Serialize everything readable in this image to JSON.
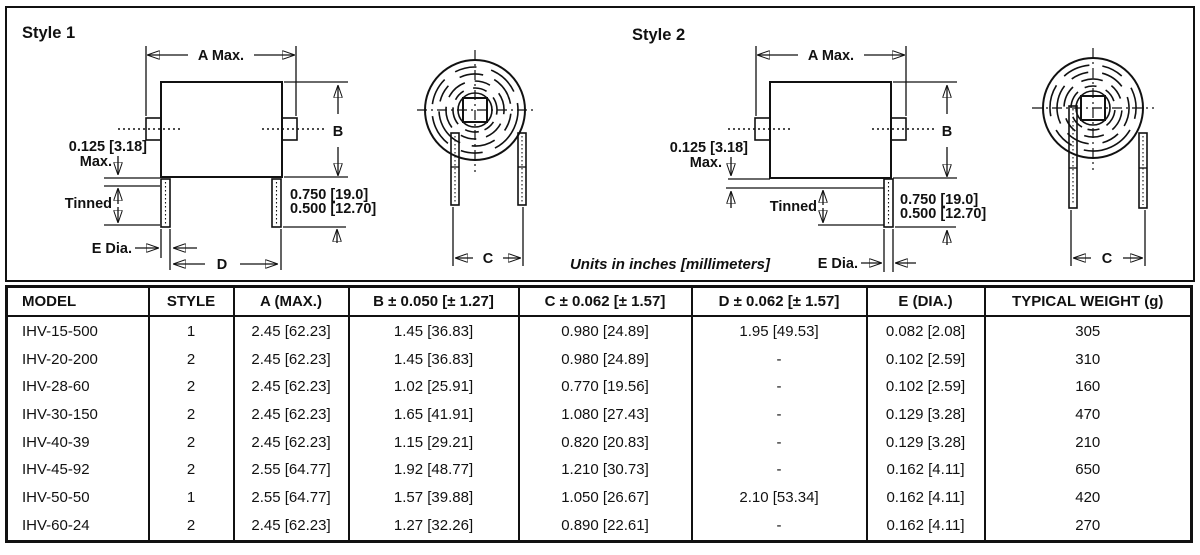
{
  "diagram": {
    "style1": {
      "title": "Style 1"
    },
    "style2": {
      "title": "Style 2"
    },
    "labels": {
      "a_max": "A Max.",
      "b": "B",
      "c": "C",
      "d": "D",
      "e_dia": "E Dia.",
      "tinned": "Tinned",
      "standoff": "0.125 [3.18]",
      "standoff_max": "Max.",
      "lead_len_long": "0.750 [19.0]",
      "lead_len_short": "0.500 [12.70]"
    },
    "units_note": "Units in inches [millimeters]"
  },
  "table": {
    "headers": [
      "MODEL",
      "STYLE",
      "A (MAX.)",
      "B ± 0.050 [± 1.27]",
      "C ± 0.062 [± 1.57]",
      "D ± 0.062 [± 1.57]",
      "E (DIA.)",
      "TYPICAL WEIGHT (g)"
    ],
    "rows": [
      {
        "model": "IHV-15-500",
        "style": "1",
        "a": "2.45 [62.23]",
        "b": "1.45 [36.83]",
        "c": "0.980 [24.89]",
        "d": "1.95 [49.53]",
        "e": "0.082 [2.08]",
        "weight": "305"
      },
      {
        "model": "IHV-20-200",
        "style": "2",
        "a": "2.45 [62.23]",
        "b": "1.45 [36.83]",
        "c": "0.980 [24.89]",
        "d": "-",
        "e": "0.102 [2.59]",
        "weight": "310"
      },
      {
        "model": "IHV-28-60",
        "style": "2",
        "a": "2.45 [62.23]",
        "b": "1.02 [25.91]",
        "c": "0.770 [19.56]",
        "d": "-",
        "e": "0.102 [2.59]",
        "weight": "160"
      },
      {
        "model": "IHV-30-150",
        "style": "2",
        "a": "2.45 [62.23]",
        "b": "1.65 [41.91]",
        "c": "1.080 [27.43]",
        "d": "-",
        "e": "0.129 [3.28]",
        "weight": "470"
      },
      {
        "model": "IHV-40-39",
        "style": "2",
        "a": "2.45 [62.23]",
        "b": "1.15 [29.21]",
        "c": "0.820 [20.83]",
        "d": "-",
        "e": "0.129 [3.28]",
        "weight": "210"
      },
      {
        "model": "IHV-45-92",
        "style": "2",
        "a": "2.55 [64.77]",
        "b": "1.92 [48.77]",
        "c": "1.210 [30.73]",
        "d": "-",
        "e": "0.162 [4.11]",
        "weight": "650"
      },
      {
        "model": "IHV-50-50",
        "style": "1",
        "a": "2.55 [64.77]",
        "b": "1.57 [39.88]",
        "c": "1.050 [26.67]",
        "d": "2.10 [53.34]",
        "e": "0.162 [4.11]",
        "weight": "420"
      },
      {
        "model": "IHV-60-24",
        "style": "2",
        "a": "2.45 [62.23]",
        "b": "1.27 [32.26]",
        "c": "0.890 [22.61]",
        "d": "-",
        "e": "0.162 [4.11]",
        "weight": "270"
      }
    ]
  },
  "colors": {
    "ink": "#111111",
    "background": "#ffffff"
  }
}
